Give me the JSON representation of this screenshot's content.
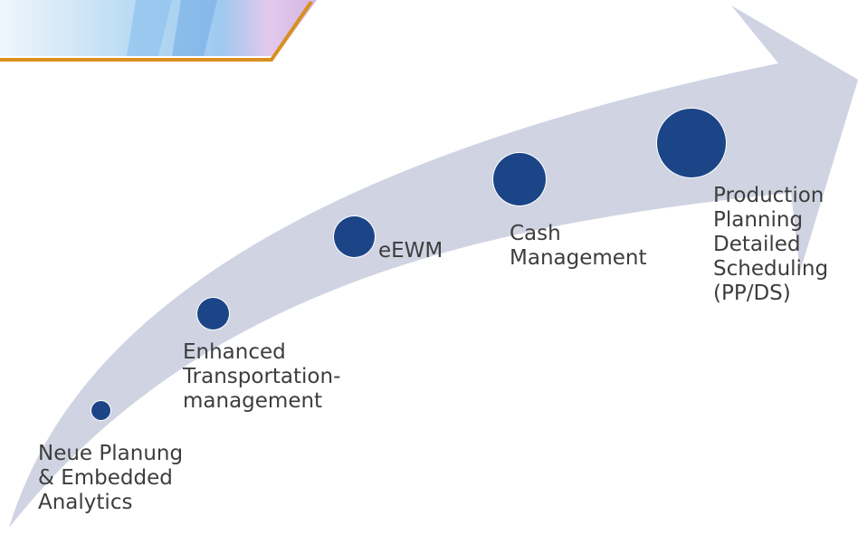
{
  "colors": {
    "arrow": "#cfd3e2",
    "dot": "#1c4587",
    "text": "#3d3d3d"
  },
  "milestones": [
    {
      "label": "Neue Planung\n& Embedded\nAnalytics"
    },
    {
      "label": "Enhanced\nTransportation-\nmanagement"
    },
    {
      "label": "eEWM"
    },
    {
      "label": "Cash\nManagement"
    },
    {
      "label": "Production\nPlanning\nDetailed\nScheduling\n(PP/DS)"
    }
  ]
}
